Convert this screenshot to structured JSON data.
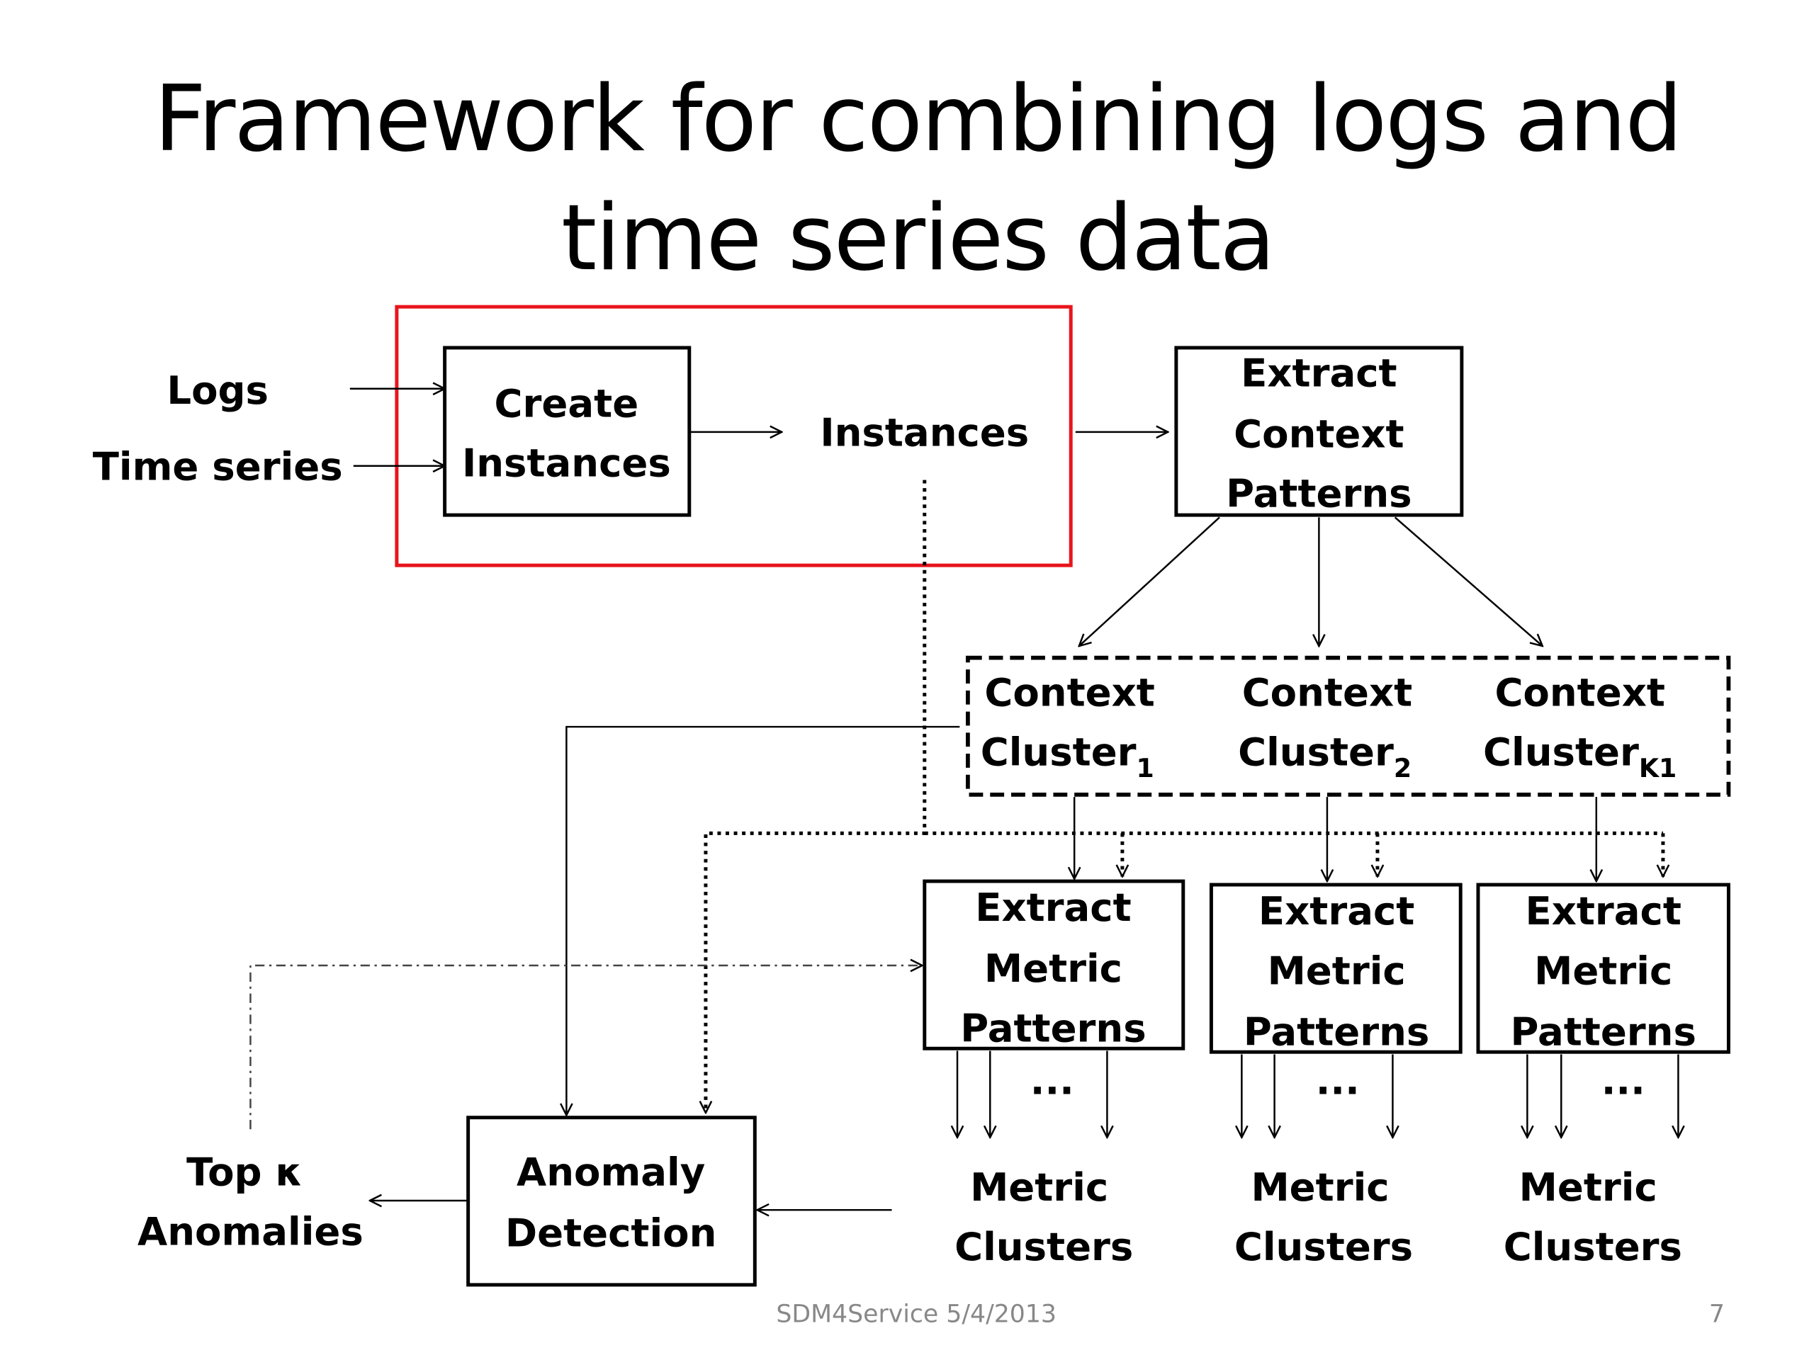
{
  "slide": {
    "title_line1": "Framework for combining logs and",
    "title_line2": "time series data",
    "footer": "SDM4Service 5/4/2013",
    "page_number": "7",
    "highlight_color": "#e8141c"
  },
  "diagram": {
    "inputs": {
      "logs": "Logs",
      "time_series": "Time series"
    },
    "create_instances": [
      "Create",
      "Instances"
    ],
    "instances": "Instances",
    "extract_context": [
      "Extract",
      "Context",
      "Patterns"
    ],
    "context_clusters": [
      {
        "line1": "Context",
        "line2": "Cluster",
        "sub": "1"
      },
      {
        "line1": "Context",
        "line2": "Cluster",
        "sub": "2"
      },
      {
        "line1": "Context",
        "line2": "Cluster",
        "sub": "K1"
      }
    ],
    "extract_metric": [
      [
        "Extract",
        "Metric",
        "Patterns"
      ],
      [
        "Extract",
        "Metric",
        "Patterns"
      ],
      [
        "Extract",
        "Metric",
        "Patterns"
      ]
    ],
    "ellipsis": "...",
    "metric_clusters": [
      [
        "Metric",
        "Clusters"
      ],
      [
        "Metric",
        "Clusters"
      ],
      [
        "Metric",
        "Clusters"
      ]
    ],
    "anomaly_detection": [
      "Anomaly",
      "Detection"
    ],
    "top_k": [
      "Top κ",
      "Anomalies"
    ]
  }
}
